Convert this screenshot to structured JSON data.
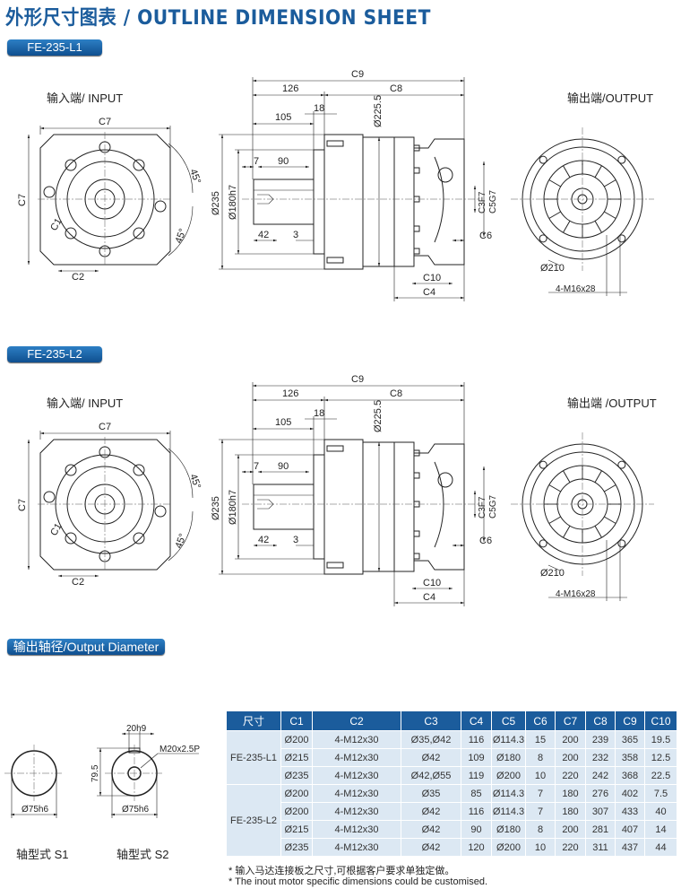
{
  "title": "外形尺寸图表 / OUTLINE DIMENSION SHEET",
  "sections": [
    {
      "badge": "FE-235-L1",
      "labels": {
        "input": "输入端/ INPUT",
        "output": "输出端/OUTPUT",
        "c7_top": "C7",
        "c7_side": "C7",
        "c1": "C1",
        "c2": "C2",
        "deg1": "45°",
        "deg2": "45°",
        "c9": "C9",
        "d126": "126",
        "c8": "C8",
        "d18": "18",
        "d105": "105",
        "d2255": "Ø225.5",
        "d235": "Ø235",
        "d180": "Ø180h7",
        "d7": "7",
        "d90": "90",
        "d42": "42",
        "d3": "3",
        "c3": "C3F7",
        "c5": "C5G7",
        "c6": "C6",
        "c10": "C10",
        "c4": "C4",
        "d210": "Ø210",
        "bolts": "4-M16x28"
      }
    },
    {
      "badge": "FE-235-L2",
      "labels": {
        "input": "输入端/ INPUT",
        "output": "输出端 /OUTPUT",
        "c7_top": "C7",
        "c7_side": "C7",
        "c1": "C1",
        "c2": "C2",
        "deg1": "45°",
        "deg2": "45°",
        "c9": "C9",
        "d126": "126",
        "c8": "C8",
        "d18": "18",
        "d105": "105",
        "d2255": "Ø225.5",
        "d235": "Ø235",
        "d180": "Ø180h7",
        "d7": "7",
        "d90": "90",
        "d42": "42",
        "d3": "3",
        "c3": "C3F7",
        "c5": "C5G7",
        "c6": "C6",
        "c10": "C10",
        "c4": "C4",
        "d210": "Ø210",
        "bolts": "4-M16x28"
      }
    }
  ],
  "output_diameter": {
    "badge": "输出轴径/Output Diameter",
    "s1": {
      "diameter": "Ø75h6",
      "caption": "轴型式  S1"
    },
    "s2": {
      "diameter": "Ø75h6",
      "key": "20h9",
      "thread": "M20x2.5P",
      "height": "79.5",
      "caption": "轴型式  S2"
    }
  },
  "table": {
    "headers": [
      "尺寸",
      "C1",
      "C2",
      "C3",
      "C4",
      "C5",
      "C6",
      "C7",
      "C8",
      "C9",
      "C10"
    ],
    "groups": [
      {
        "model": "FE-235-L1",
        "rows": [
          [
            "Ø200",
            "4-M12x30",
            "Ø35,Ø42",
            "116",
            "Ø114.3",
            "15",
            "200",
            "239",
            "365",
            "19.5"
          ],
          [
            "Ø215",
            "4-M12x30",
            "Ø42",
            "109",
            "Ø180",
            "8",
            "200",
            "232",
            "358",
            "12.5"
          ],
          [
            "Ø235",
            "4-M12x30",
            "Ø42,Ø55",
            "119",
            "Ø200",
            "10",
            "220",
            "242",
            "368",
            "22.5"
          ]
        ]
      },
      {
        "model": "FE-235-L2",
        "rows": [
          [
            "Ø200",
            "4-M12x30",
            "Ø35",
            "85",
            "Ø114.3",
            "7",
            "180",
            "276",
            "402",
            "7.5"
          ],
          [
            "Ø200",
            "4-M12x30",
            "Ø42",
            "116",
            "Ø114.3",
            "7",
            "180",
            "307",
            "433",
            "40"
          ],
          [
            "Ø215",
            "4-M12x30",
            "Ø42",
            "90",
            "Ø180",
            "8",
            "200",
            "281",
            "407",
            "14"
          ],
          [
            "Ø235",
            "4-M12x30",
            "Ø42",
            "120",
            "Ø200",
            "10",
            "220",
            "311",
            "437",
            "44"
          ]
        ]
      }
    ]
  },
  "notes": [
    "* 输入马达连接板之尺寸,可根据客户要求单独定做。",
    "* The inout motor  specific dimensions could be customised."
  ]
}
